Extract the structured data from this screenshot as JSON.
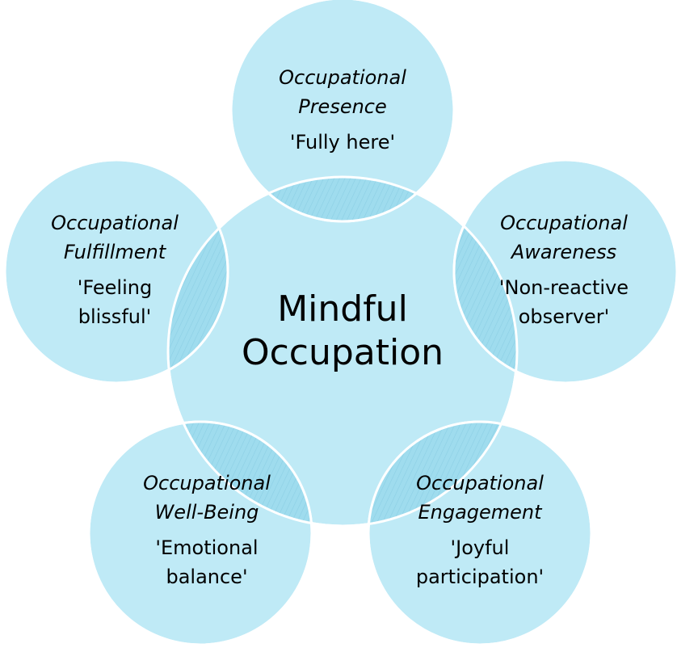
{
  "colors": {
    "fill": "#bfeaf6",
    "stroke": "#ffffff",
    "overlap": "#9fdcee",
    "text": "#000000"
  },
  "center": {
    "line1": "Mindful",
    "line2": "Occupation"
  },
  "nodes": {
    "presence": {
      "title1": "Occupational",
      "title2": "Presence",
      "desc1": "'Fully here'",
      "desc2": ""
    },
    "awareness": {
      "title1": "Occupational",
      "title2": "Awareness",
      "desc1": "'Non-reactive",
      "desc2": "observer'"
    },
    "engagement": {
      "title1": "Occupational",
      "title2": "Engagement",
      "desc1": "'Joyful",
      "desc2": "participation'"
    },
    "wellbeing": {
      "title1": "Occupational",
      "title2": "Well-Being",
      "desc1": "'Emotional",
      "desc2": "balance'"
    },
    "fulfillment": {
      "title1": "Occupational",
      "title2": "Fulfillment",
      "desc1": "'Feeling",
      "desc2": "blissful'"
    }
  }
}
